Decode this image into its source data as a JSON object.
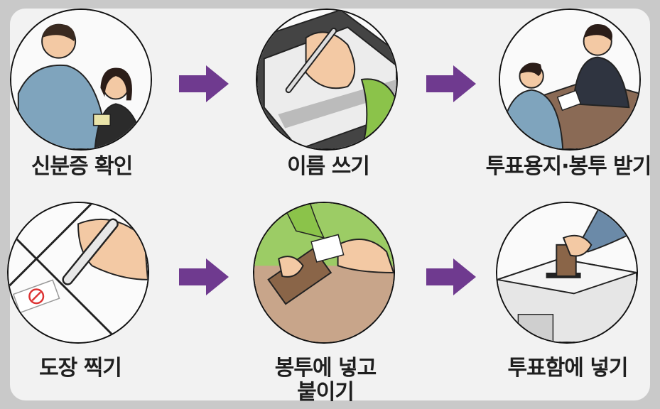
{
  "steps": [
    {
      "id": "id-check",
      "label": "신분증 확인"
    },
    {
      "id": "write-name",
      "label": "이름 쓰기"
    },
    {
      "id": "receive-ballot",
      "label": "투표용지·봉투 받기"
    },
    {
      "id": "stamp",
      "label": "도장 찍기"
    },
    {
      "id": "envelope",
      "label_line1": "봉투에 넣고",
      "label_line2": "붙이기"
    },
    {
      "id": "ballot-box",
      "label": "투표함에 넣기"
    }
  ],
  "colors": {
    "arrow": "#6f3a8f",
    "background": "#c9c9c9",
    "panel": "#f2f2f2"
  },
  "icons": [
    "arrow-right-icon"
  ]
}
